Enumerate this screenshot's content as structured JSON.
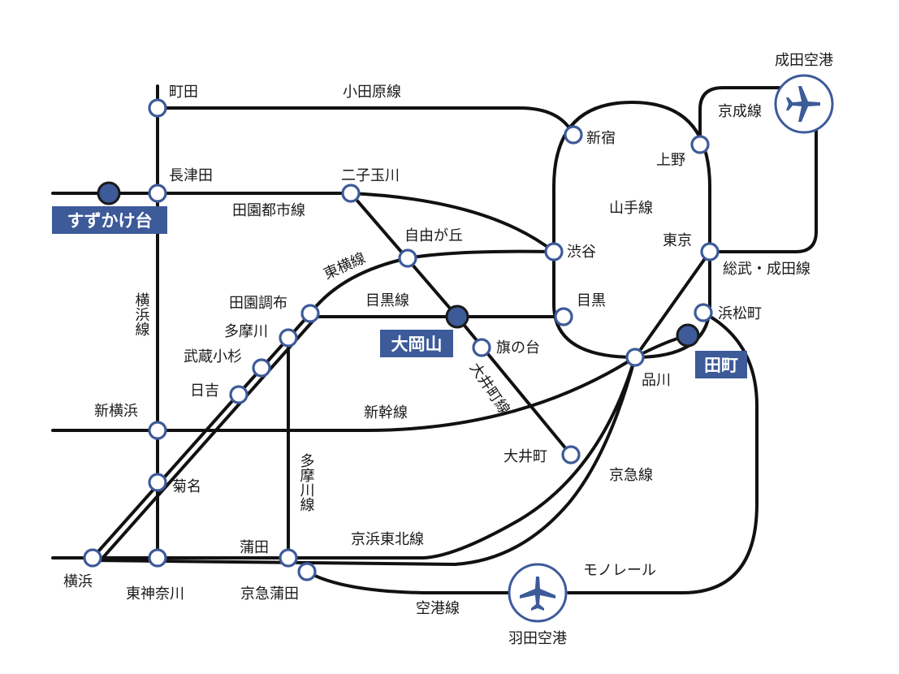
{
  "lines": {
    "odakyu": "小田原線",
    "denentoshi": "田園都市線",
    "toyoko": "東横線",
    "meguro": "目黒線",
    "oimachi": "大井町線",
    "yamanote": "山手線",
    "keisei": "京成線",
    "sobu_narita": "総武・成田線",
    "shinkansen": "新幹線",
    "tamagawa": "多摩川線",
    "yokohama": "横浜線",
    "keihin_tohoku": "京浜東北線",
    "keikyu": "京急線",
    "monorail": "モノレール",
    "kuko": "空港線"
  },
  "stations": {
    "machida": "町田",
    "nagatsuta": "長津田",
    "suzukakedai": "すずかけ台",
    "futakotamagawa": "二子玉川",
    "jiyugaoka": "自由が丘",
    "shinjuku": "新宿",
    "ueno": "上野",
    "shibuya": "渋谷",
    "tokyo": "東京",
    "meguro": "目黒",
    "denenchofu": "田園調布",
    "tamagawa": "多摩川",
    "musashikosugi": "武蔵小杉",
    "hiyoshi": "日吉",
    "ookayama": "大岡山",
    "hatanodai": "旗の台",
    "hamamatsucho": "浜松町",
    "tamachi": "田町",
    "shinagawa": "品川",
    "shinyokohama": "新横浜",
    "oimachi": "大井町",
    "kikuna": "菊名",
    "kamata": "蒲田",
    "keikyu_kamata": "京急蒲田",
    "yokohama": "横浜",
    "higashikanagawa": "東神奈川"
  },
  "airports": {
    "narita": "成田空港",
    "haneda": "羽田空港"
  },
  "colors": {
    "accent": "#3d5a99",
    "line": "#111111",
    "background": "#ffffff"
  },
  "icons": {
    "narita": "airplane-icon",
    "haneda": "airplane-icon"
  }
}
